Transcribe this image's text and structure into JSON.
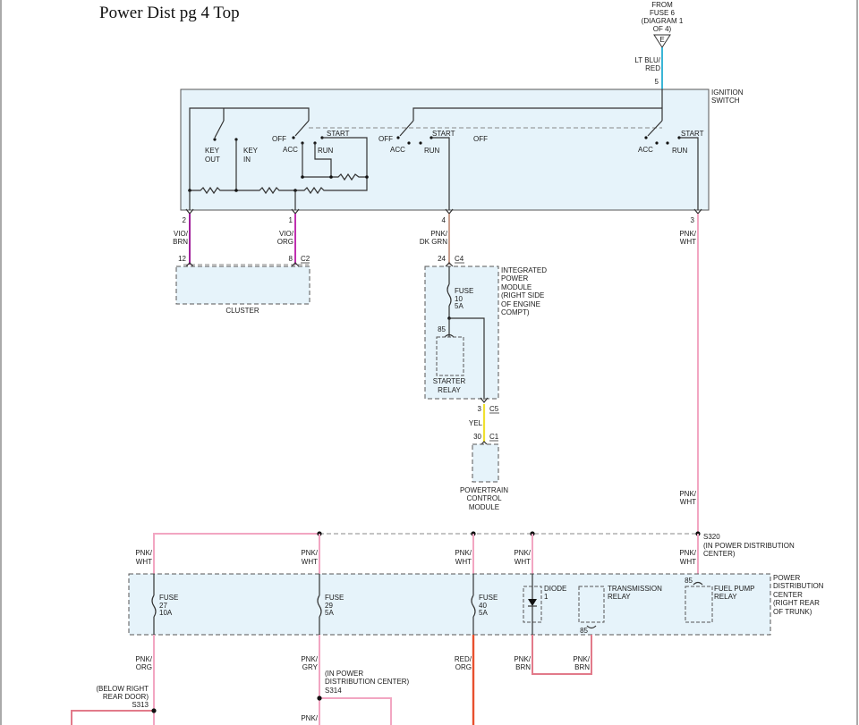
{
  "title": "Power Dist pg 4 Top",
  "colors": {
    "pnk_wht": "#f2a6c2",
    "vio_brn": "#a0209a",
    "vio_org": "#c030b0",
    "pnk_dkgrn": "#c9a08f",
    "yel": "#f0e030",
    "lt_blu_red": "#3bb5d6",
    "pnk_org": "#f2a6c2",
    "red_org": "#e8502e",
    "pnk_brn": "#e27a8a",
    "pnk_gry": "#f2a6c2"
  },
  "source": {
    "lines": [
      "FROM",
      "FUSE 6",
      "(DIAGRAM 1",
      "OF 4)"
    ],
    "connector": "E"
  },
  "feed_wire": {
    "lines": [
      "LT BLU/",
      "RED"
    ],
    "pin": "5"
  },
  "ignition_switch": {
    "label": [
      "IGNITION",
      "SWITCH"
    ],
    "key_out": [
      "KEY",
      "OUT"
    ],
    "key_in": [
      "KEY",
      "IN"
    ],
    "positions": [
      "OFF",
      "ACC",
      "START",
      "RUN",
      "OFF",
      "ACC",
      "START",
      "RUN",
      "OFF",
      "ACC",
      "START",
      "RUN"
    ],
    "pins": [
      "2",
      "1",
      "4",
      "3"
    ]
  },
  "wires": {
    "w1": [
      "VIO/",
      "BRN"
    ],
    "w2": [
      "VIO/",
      "ORG"
    ],
    "w3": [
      "PNK/",
      "DK GRN"
    ],
    "w4": [
      "PNK/",
      "WHT"
    ],
    "w5": [
      "PNK/",
      "WHT"
    ],
    "yel": "YEL"
  },
  "cluster": {
    "label": "CLUSTER",
    "pin_a": "12",
    "pin_b": "8",
    "connector": "C2"
  },
  "ipm": {
    "label": [
      "INTEGRATED",
      "POWER",
      "MODULE",
      "(RIGHT SIDE",
      "OF ENGINE",
      "COMPT)"
    ],
    "pin": "24",
    "connector": "C4",
    "fuse": [
      "FUSE",
      "10",
      "5A"
    ],
    "relay_pin": "85",
    "relay": [
      "STARTER",
      "RELAY"
    ],
    "out_pin": "3",
    "out_connector": "C5"
  },
  "pcm": {
    "label": [
      "POWERTRAIN",
      "CONTROL",
      "MODULE"
    ],
    "pin": "30",
    "connector": "C1"
  },
  "splice_s320": [
    "S320",
    "(IN POWER DISTRIBUTION",
    "CENTER)"
  ],
  "bus_wires": [
    [
      "PNK/",
      "WHT"
    ],
    [
      "PNK/",
      "WHT"
    ],
    [
      "PNK/",
      "WHT"
    ],
    [
      "PNK/",
      "WHT"
    ],
    [
      "PNK/",
      "WHT"
    ]
  ],
  "pdc": {
    "label": [
      "POWER",
      "DISTRIBUTION",
      "CENTER",
      "(RIGHT REAR",
      "OF TRUNK)"
    ],
    "fuse27": [
      "FUSE",
      "27",
      "10A"
    ],
    "fuse29": [
      "FUSE",
      "29",
      "5A"
    ],
    "fuse40": [
      "FUSE",
      "40",
      "5A"
    ],
    "diode": [
      "DIODE",
      "1"
    ],
    "trans_relay": [
      "TRANSMISSION",
      "RELAY"
    ],
    "trans_pin": "85",
    "fuel_pin": "85",
    "fuel_relay": [
      "FUEL PUMP",
      "RELAY"
    ]
  },
  "bottom_wires": {
    "b1": [
      "PNK/",
      "ORG"
    ],
    "b2": [
      "PNK/",
      "GRY"
    ],
    "b3": [
      "RED/",
      "ORG"
    ],
    "b4": [
      "PNK/",
      "BRN"
    ],
    "b5": [
      "PNK/",
      "BRN"
    ],
    "b6": "PNK/"
  },
  "splice_s313": [
    "(BELOW RIGHT",
    "REAR DOOR)",
    "S313"
  ],
  "splice_s314": [
    "(IN POWER",
    "DISTRIBUTION CENTER)",
    "S314"
  ]
}
